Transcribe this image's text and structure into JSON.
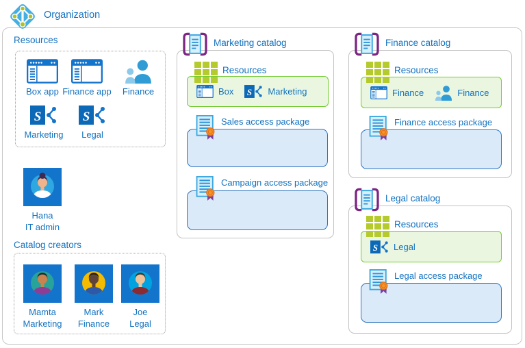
{
  "colors": {
    "accent_blue": "#1272c0",
    "catalog_purple": "#7c2684",
    "resource_strip_green": "#74cb33",
    "package_border_blue": "#2d74c0",
    "package_fill_blue": "#dbeaf8",
    "grid_green": "#b5ca2c",
    "avatar_square_blue": "#1374cc"
  },
  "organization": {
    "label": "Organization"
  },
  "resources": {
    "title": "Resources",
    "items": [
      {
        "label": "Box app",
        "icon": "app-window"
      },
      {
        "label": "Finance app",
        "icon": "app-window"
      },
      {
        "label": "Finance",
        "icon": "user-group"
      },
      {
        "label": "Marketing",
        "icon": "sharepoint"
      },
      {
        "label": "Legal",
        "icon": "sharepoint"
      }
    ]
  },
  "it_admin": {
    "name": "Hana",
    "role": "IT admin"
  },
  "catalog_creators": {
    "title": "Catalog creators",
    "people": [
      {
        "name": "Mamta",
        "role": "Marketing"
      },
      {
        "name": "Mark",
        "role": "Finance"
      },
      {
        "name": "Joe",
        "role": "Legal"
      }
    ]
  },
  "catalogs": [
    {
      "title": "Marketing catalog",
      "resources_title": "Resources",
      "resources": [
        {
          "label": "Box",
          "icon": "app-window"
        },
        {
          "label": "Marketing",
          "icon": "sharepoint"
        }
      ],
      "packages": [
        {
          "label": "Sales access package"
        },
        {
          "label": "Campaign access package"
        }
      ]
    },
    {
      "title": "Finance catalog",
      "resources_title": "Resources",
      "resources": [
        {
          "label": "Finance",
          "icon": "app-window"
        },
        {
          "label": "Finance",
          "icon": "user-group"
        }
      ],
      "packages": [
        {
          "label": "Finance access package"
        }
      ]
    },
    {
      "title": "Legal catalog",
      "resources_title": "Resources",
      "resources": [
        {
          "label": "Legal",
          "icon": "sharepoint"
        }
      ],
      "packages": [
        {
          "label": "Legal access package"
        }
      ]
    }
  ]
}
